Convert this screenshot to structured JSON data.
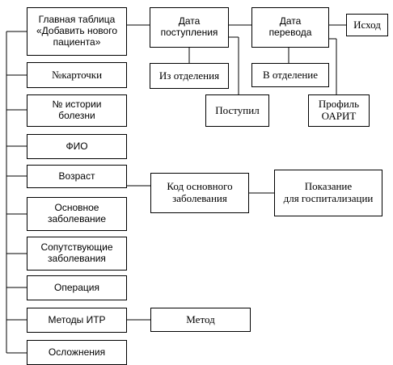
{
  "nodes": {
    "main_table": "Главная таблица\n«Добавить нового\nпациента»",
    "admission_date": "Дата\nпоступления",
    "transfer_date": "Дата\nперевода",
    "outcome": "Исход",
    "from_department": "Из отделения",
    "to_department": "В отделение",
    "admitted": "Поступил",
    "oarit_profile": "Профиль\nОАРИТ",
    "card_number": "№карточки",
    "case_history_number": "№ истории\nболезни",
    "full_name": "ФИО",
    "age": "Возраст",
    "main_disease_code": "Код основного\nзаболевания",
    "hospitalization_indication": "Показание\nдля госпитализации",
    "main_disease": "Основное\nзаболевание",
    "comorbidities": "Сопутствующие\nзаболевания",
    "operation": "Операция",
    "itr_methods": "Методы ИТР",
    "method": "Метод",
    "complications": "Осложнения"
  }
}
